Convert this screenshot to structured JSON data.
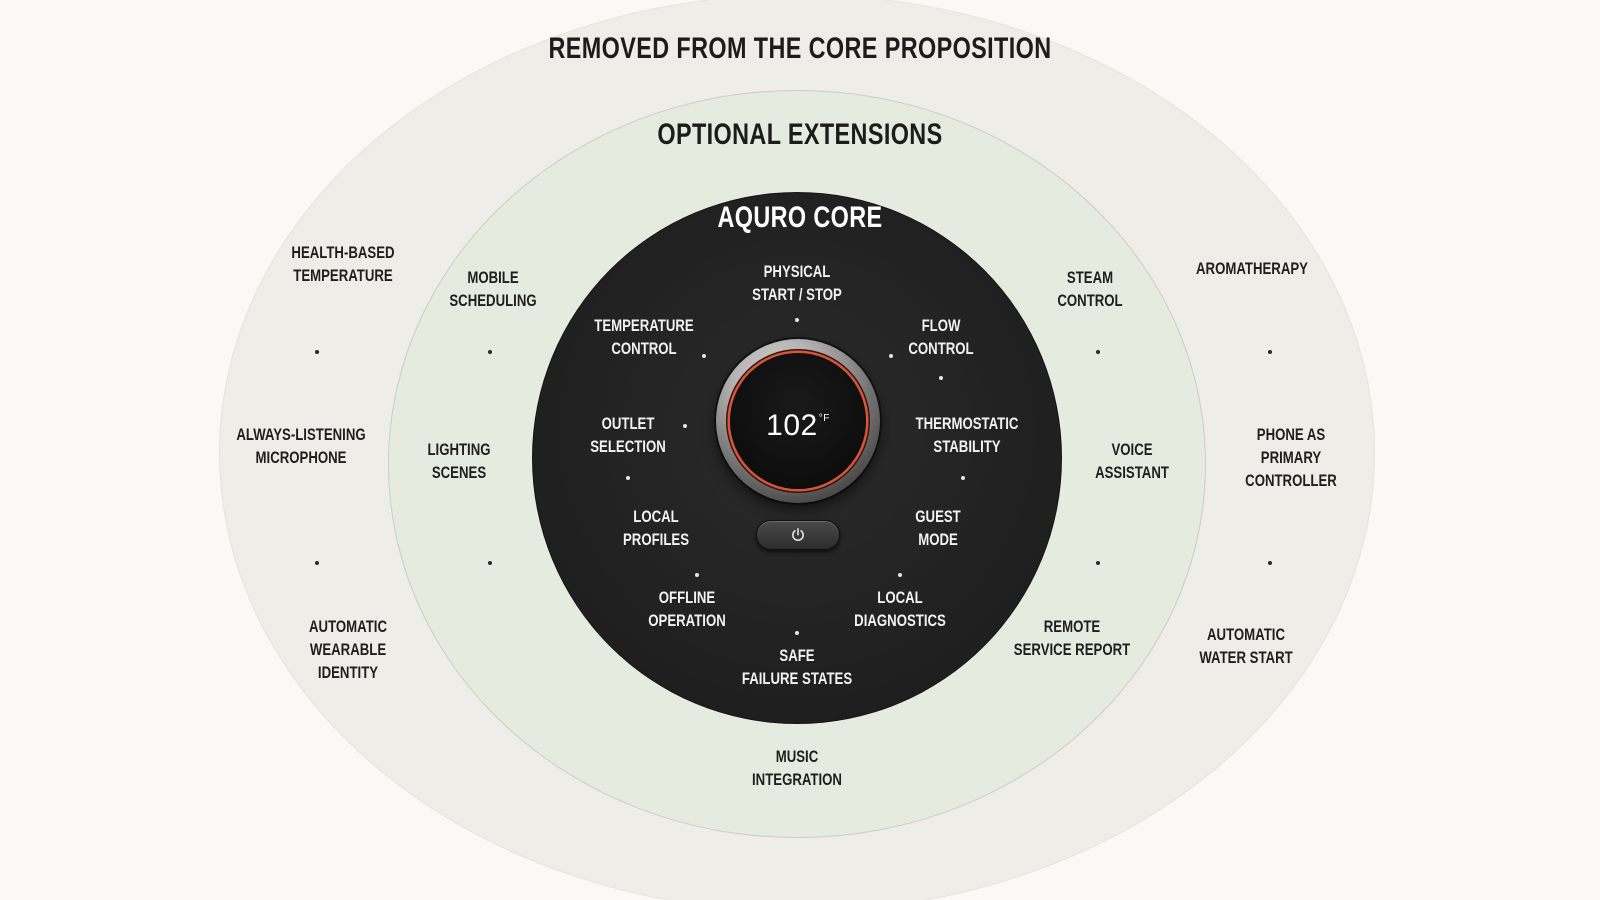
{
  "rings": {
    "outer": {
      "title": "REMOVED FROM THE CORE PROPOSITION"
    },
    "middle": {
      "title": "OPTIONAL EXTENSIONS"
    },
    "core": {
      "title": "AQURO CORE"
    }
  },
  "outer_items": [
    {
      "id": "health-based-temperature",
      "lines": [
        "HEALTH-BASED",
        "TEMPERATURE"
      ]
    },
    {
      "id": "always-listening-microphone",
      "lines": [
        "ALWAYS-LISTENING",
        "MICROPHONE"
      ]
    },
    {
      "id": "automatic-wearable-identity",
      "lines": [
        "AUTOMATIC",
        "WEARABLE",
        "IDENTITY"
      ]
    },
    {
      "id": "aromatherapy",
      "lines": [
        "AROMATHERAPY"
      ]
    },
    {
      "id": "phone-as-primary-controller",
      "lines": [
        "PHONE AS",
        "PRIMARY",
        "CONTROLLER"
      ]
    },
    {
      "id": "automatic-water-start",
      "lines": [
        "AUTOMATIC",
        "WATER START"
      ]
    }
  ],
  "middle_items": [
    {
      "id": "mobile-scheduling",
      "lines": [
        "MOBILE",
        "SCHEDULING"
      ]
    },
    {
      "id": "lighting-scenes",
      "lines": [
        "LIGHTING",
        "SCENES"
      ]
    },
    {
      "id": "steam-control",
      "lines": [
        "STEAM",
        "CONTROL"
      ]
    },
    {
      "id": "voice-assistant",
      "lines": [
        "VOICE",
        "ASSISTANT"
      ]
    },
    {
      "id": "remote-service-report",
      "lines": [
        "REMOTE",
        "SERVICE REPORT"
      ]
    },
    {
      "id": "music-integration",
      "lines": [
        "MUSIC",
        "INTEGRATION"
      ]
    }
  ],
  "core_items": [
    {
      "id": "physical-start-stop",
      "lines": [
        "PHYSICAL",
        "START / STOP"
      ]
    },
    {
      "id": "temperature-control",
      "lines": [
        "TEMPERATURE",
        "CONTROL"
      ]
    },
    {
      "id": "flow-control",
      "lines": [
        "FLOW",
        "CONTROL"
      ]
    },
    {
      "id": "outlet-selection",
      "lines": [
        "OUTLET",
        "SELECTION"
      ]
    },
    {
      "id": "thermostatic-stability",
      "lines": [
        "THERMOSTATIC",
        "STABILITY"
      ]
    },
    {
      "id": "local-profiles",
      "lines": [
        "LOCAL",
        "PROFILES"
      ]
    },
    {
      "id": "guest-mode",
      "lines": [
        "GUEST",
        "MODE"
      ]
    },
    {
      "id": "offline-operation",
      "lines": [
        "OFFLINE",
        "OPERATION"
      ]
    },
    {
      "id": "local-diagnostics",
      "lines": [
        "LOCAL",
        "DIAGNOSTICS"
      ]
    },
    {
      "id": "safe-failure-states",
      "lines": [
        "SAFE",
        "FAILURE STATES"
      ]
    }
  ],
  "dial": {
    "temperature": "102",
    "unit": "°F",
    "power_icon": "power-icon"
  },
  "colors": {
    "outer_ring": "#efede8",
    "middle_ring": "#e6ebdf",
    "core": "#222222",
    "dial_accent": "#d9553a"
  }
}
